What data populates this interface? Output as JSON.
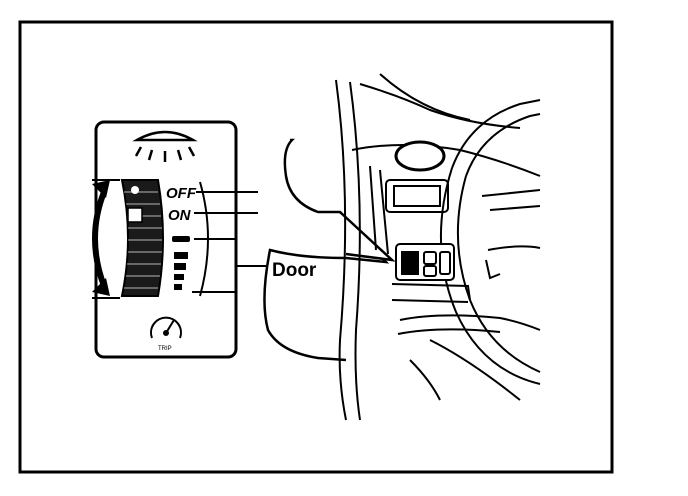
{
  "labels": {
    "off": "OFF",
    "on": "ON",
    "door": "Door",
    "dial_icon_text": "TRIP"
  },
  "icons": {
    "top": "dome-light-icon",
    "bottom": "dial-gauge-icon"
  },
  "colors": {
    "ink": "#000000",
    "paper": "#ffffff"
  }
}
